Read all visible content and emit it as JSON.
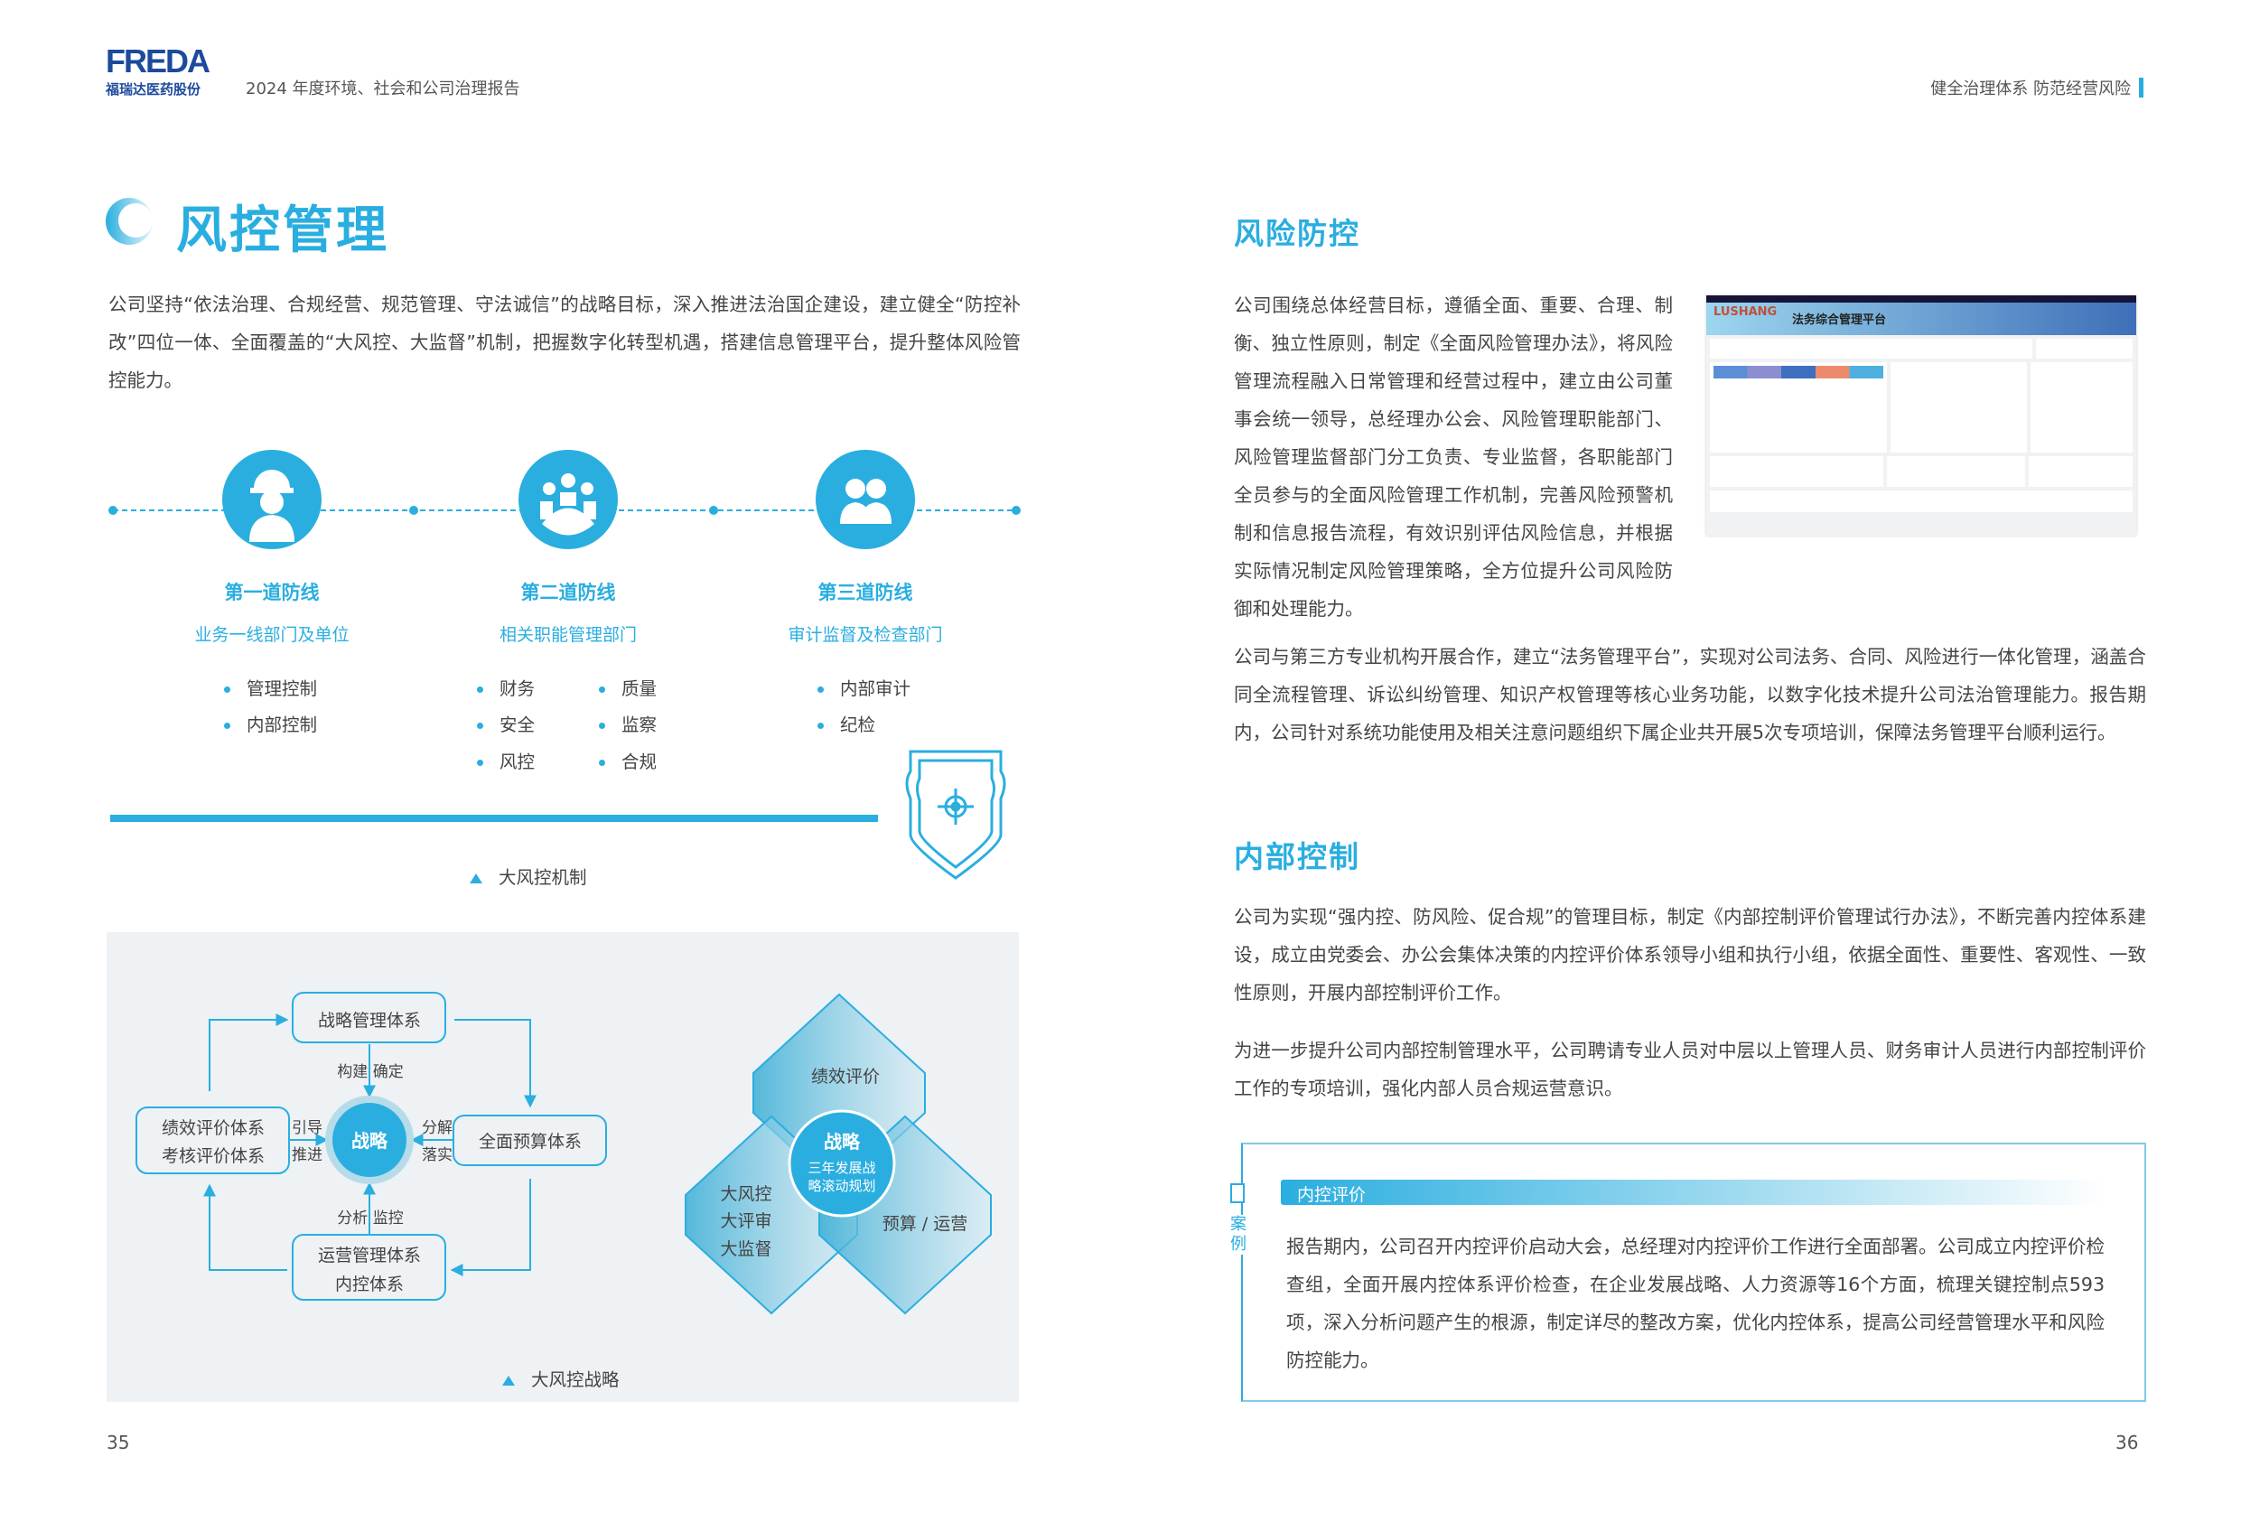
{
  "header": {
    "logo_text": "FREDA",
    "logo_sub": "福瑞达医药股份",
    "report_title": "2024 年度环境、社会和公司治理报告",
    "section_title": "健全治理体系 防范经营风险"
  },
  "left": {
    "title": "风控管理",
    "intro": "公司坚持“依法治理、合规经营、规范管理、守法诚信”的战略目标，深入推进法治国企建设，建立健全“防控补改”四位一体、全面覆盖的“大风控、大监督”机制，把握数字化转型机遇，搭建信息管理平台，提升整体风险管控能力。",
    "lines": [
      {
        "title": "第一道防线",
        "subtitle": "业务一线部门及单位",
        "items": [
          "管理控制",
          "内部控制"
        ]
      },
      {
        "title": "第二道防线",
        "subtitle": "相关职能管理部门",
        "items": [
          "财务",
          "质量",
          "安全",
          "监察",
          "风控",
          "合规"
        ]
      },
      {
        "title": "第三道防线",
        "subtitle": "审计监督及检查部门",
        "items": [
          "内部审计",
          "纪检"
        ]
      }
    ],
    "caption1": "大风控机制",
    "strategy": {
      "center": "战略",
      "top_box": "战略管理体系",
      "left_box": [
        "绩效评价体系",
        "考核评价体系"
      ],
      "right_box": "全面预算体系",
      "bottom_box": [
        "运营管理体系",
        "内控体系"
      ],
      "label_top": "构建 确定",
      "label_bottom": "分析 监控",
      "label_left": [
        "引导",
        "推进"
      ],
      "label_right": [
        "分解",
        "落实"
      ]
    },
    "hex": {
      "top": "绩效评价",
      "left": [
        "大风控",
        "大评审",
        "大监督"
      ],
      "right": "预算 / 运营",
      "center_title": "战略",
      "center_sub": [
        "三年发展战",
        "略滚动规划"
      ]
    },
    "caption2": "大风控战略",
    "page": "35"
  },
  "right": {
    "risk_title": "风险防控",
    "risk_p1": "公司围绕总体经营目标，遵循全面、重要、合理、制衡、独立性原则，制定《全面风险管理办法》，将风险管理流程融入日常管理和经营过程中，建立由公司董事会统一领导，总经理办公会、风险管理职能部门、风险管理监督部门分工负责、专业监督，各职能部门全员参与的全面风险管理工作机制，完善风险预警机制和信息报告流程，有效识别评估风险信息，并根据实际情况制定风险管理策略，全方位提升公司风险防御和处理能力。",
    "risk_p2": "公司与第三方专业机构开展合作，建立“法务管理平台”，实现对公司法务、合同、风险进行一体化管理，涵盖合同全流程管理、诉讼纠纷管理、知识产权管理等核心业务功能，以数字化技术提升公司法治管理能力。报告期内，公司针对系统功能使用及相关注意问题组织下属企业共开展5次专项培训，保障法务管理平台顺利运行。",
    "screenshot": {
      "brand": "LUSHANG",
      "title": "法务综合管理平台"
    },
    "ic_title": "内部控制",
    "ic_p1": "公司为实现“强内控、防风险、促合规”的管理目标，制定《内部控制评价管理试行办法》，不断完善内控体系建设，成立由党委会、办公会集体决策的内控评价体系领导小组和执行小组，依据全面性、重要性、客观性、一致性原则，开展内部控制评价工作。",
    "ic_p2": "为进一步提升公司内部控制管理水平，公司聘请专业人员对中层以上管理人员、财务审计人员进行内部控制评价工作的专项培训，强化内部人员合规运营意识。",
    "case": {
      "tag": "案例",
      "title": "内控评价",
      "text": "报告期内，公司召开内控评价启动大会，总经理对内控评价工作进行全面部署。公司成立内控评价检查组，全面开展内控体系评价检查，在企业发展战略、人力资源等16个方面，梳理关键控制点593项，深入分析问题产生的根源，制定详尽的整改方案，优化内控体系，提高公司经营管理水平和风险防控能力。"
    },
    "page": "36"
  },
  "colors": {
    "accent": "#2aaee0",
    "brand": "#1d4a9c",
    "panel": "#eef2f5"
  }
}
